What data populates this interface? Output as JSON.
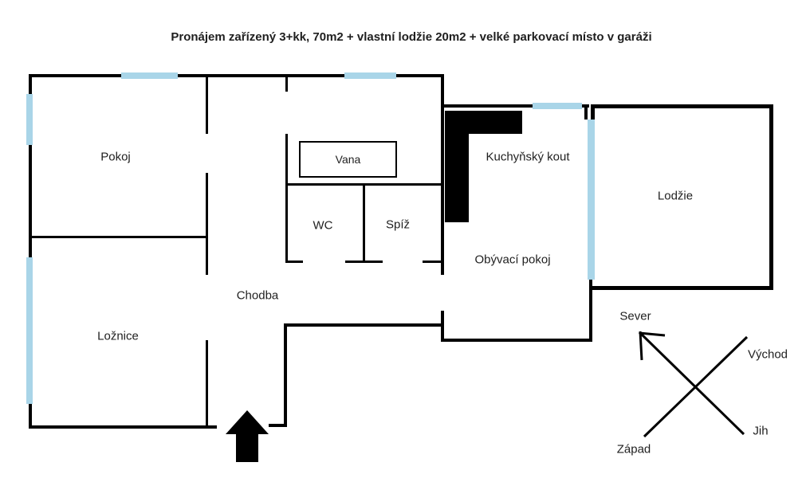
{
  "title": "Pronájem zařízený 3+kk, 70m2 + vlastní lodžie 20m2 + velké parkovací místo v garáži",
  "rooms": {
    "pokoj": "Pokoj",
    "loznice": "Ložnice",
    "chodba": "Chodba",
    "wc": "WC",
    "spiz": "Spíž",
    "kuchynsky_kout": "Kuchyňský kout",
    "obyvaci_pokoj": "Obývací pokoj",
    "lodzie": "Lodžie"
  },
  "fixtures": {
    "bathtub": "Vana"
  },
  "compass": {
    "north": "Sever",
    "east": "Východ",
    "south": "Jih",
    "west": "Západ"
  },
  "colors": {
    "wall": "#000000",
    "window": "#a9d5e8",
    "text": "#1f1f1f",
    "bg": "#ffffff"
  }
}
